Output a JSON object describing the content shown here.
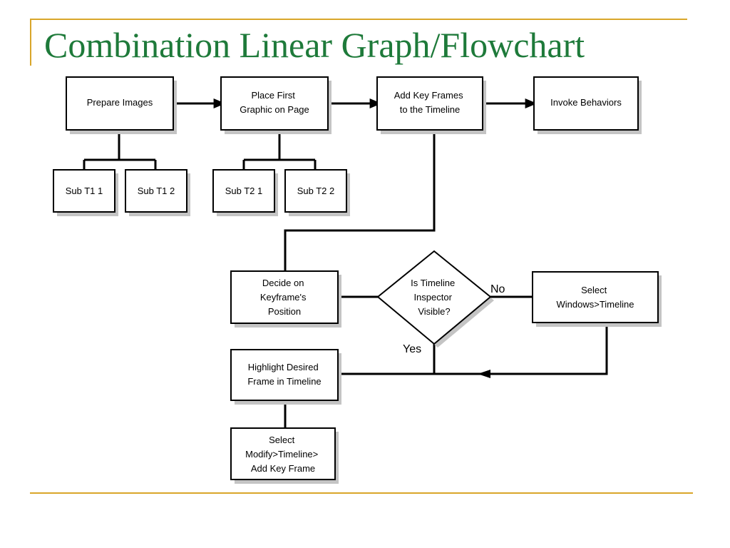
{
  "slide": {
    "title": "Combination Linear Graph/Flowchart"
  },
  "nodes": {
    "prepare_images": [
      "Prepare Images"
    ],
    "place_first": [
      "Place First",
      "Graphic on Page"
    ],
    "add_key_frames": [
      "Add Key Frames",
      "to the Timeline"
    ],
    "invoke_behaviors": [
      "Invoke Behaviors"
    ],
    "sub_t1_1": [
      "Sub T1 1"
    ],
    "sub_t1_2": [
      "Sub T1 2"
    ],
    "sub_t2_1": [
      "Sub T2 1"
    ],
    "sub_t2_2": [
      "Sub T2 2"
    ],
    "decide_keyframe": [
      "Decide on",
      "Keyframe's",
      "Position"
    ],
    "timeline_visible": [
      "Is Timeline",
      "Inspector",
      "Visible?"
    ],
    "select_windows": [
      "Select",
      "Windows>Timeline"
    ],
    "highlight_frame": [
      "Highlight Desired",
      "Frame in Timeline"
    ],
    "select_modify": [
      "Select",
      "Modify>Timeline>",
      "Add Key Frame"
    ]
  },
  "edge_labels": {
    "no": "No",
    "yes": "Yes"
  },
  "colors": {
    "title": "#1e7a3a",
    "accent_rule": "#d9a62a",
    "box_shadow": "#c4c4c4"
  }
}
